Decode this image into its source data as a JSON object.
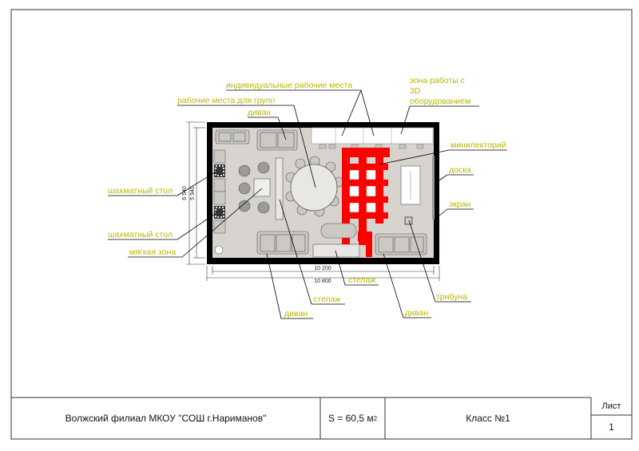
{
  "labels": {
    "individual": "индивидуальные рабочие места",
    "zone3d_1": "зона работы с",
    "zone3d_2": "3D",
    "zone3d_3": "оборудованием",
    "group": "рабочие места для групп",
    "sofa_top": "диван",
    "minilect": "минилекторий",
    "board": "доска",
    "screen": "экран",
    "chess1": "шахматный стол",
    "chess2": "шахматный стол",
    "soft": "мягкая зона",
    "shelf_mid": "стелаж",
    "shelf_left": "стелаж",
    "tribune": "трибуна",
    "sofa_bl": "диван",
    "sofa_br": "диван"
  },
  "dims": {
    "inner_width": "10 200",
    "outer_width": "10 800",
    "outer_height": "6 540",
    "inner_height": "5 940"
  },
  "stamp": {
    "org": "Волжский филиал МКОУ \"СОШ г.Нариманов\"",
    "area_prefix": "S = 60,5 м",
    "area_sup": "2",
    "title": "Класс №1",
    "sheet_label": "Лист",
    "sheet_num": "1"
  },
  "colors": {
    "label": "#b8b800",
    "floor": "#d7d4cf",
    "wall": "#000000",
    "seat": "#ff0000"
  }
}
